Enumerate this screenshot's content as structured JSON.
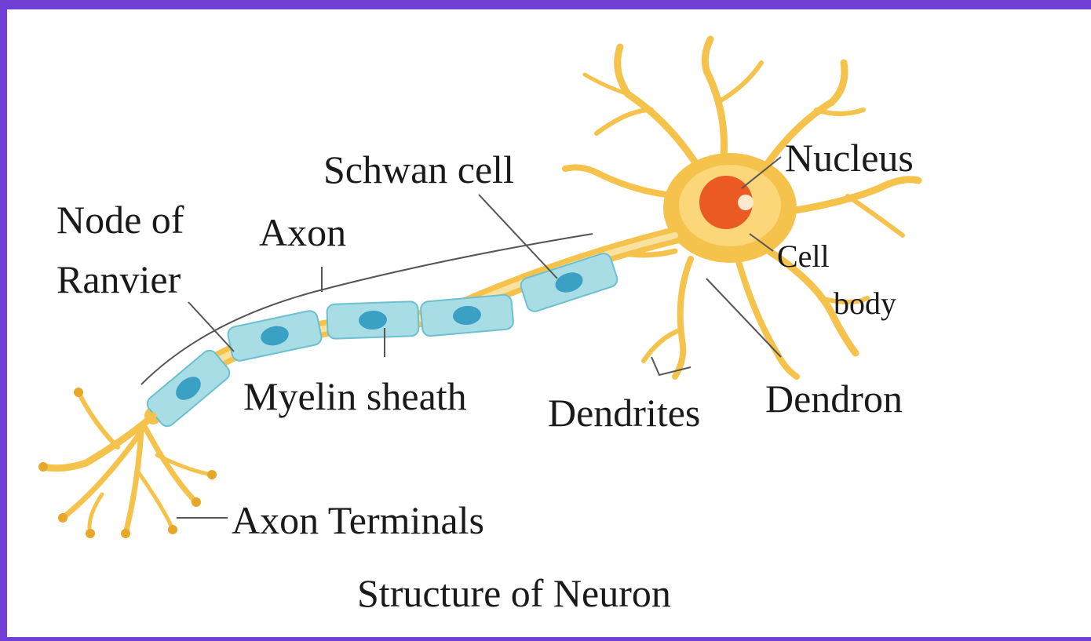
{
  "labels": {
    "schwan_cell": "Schwan cell",
    "node_of": "Node of",
    "ranvier": "Ranvier",
    "axon": "Axon",
    "nucleus": "Nucleus",
    "cell": "Cell",
    "body": "body",
    "myelin_sheath": "Myelin sheath",
    "dendrites": "Dendrites",
    "dendron": "Dendron",
    "axon_terminals": "Axon Terminals"
  },
  "title": "Structure of Neuron",
  "colors": {
    "frame": "#6f3fd6",
    "neuron": "#f5c24b",
    "neuron_light": "#fbe3a0",
    "myelin": "#a8dde6",
    "myelin_nucleus": "#3aa0c4",
    "nucleus": "#ea5a22"
  }
}
